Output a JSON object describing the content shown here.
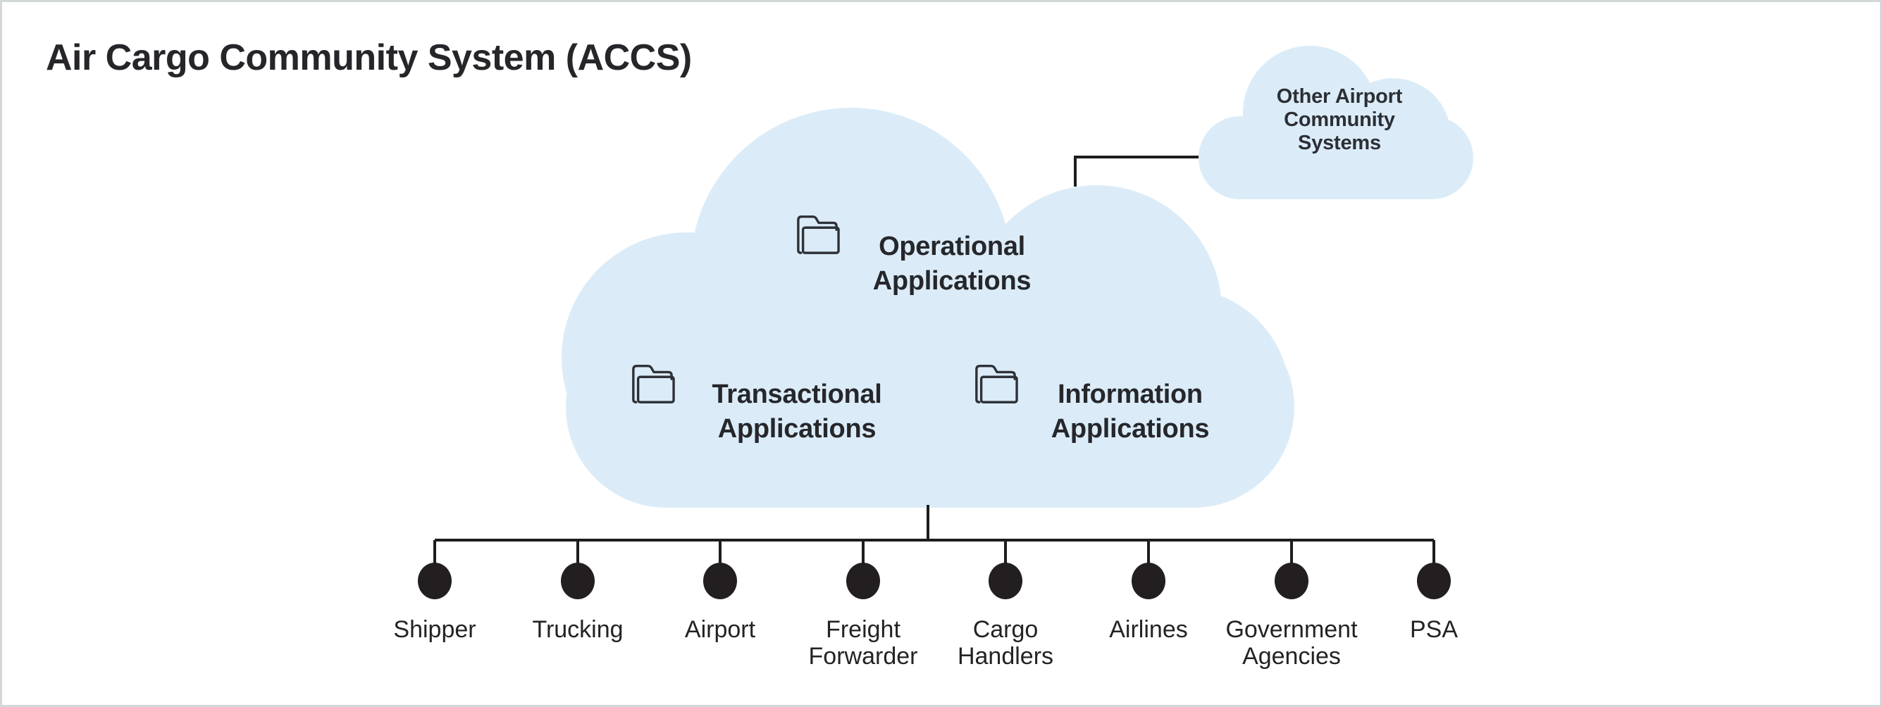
{
  "page": {
    "title": "Air Cargo Community System (ACCS)"
  },
  "colors": {
    "background": "#ffffff",
    "page_border": "#d3d7d7",
    "cloud_fill": "#dbecf8",
    "line": "#1d1d1b",
    "node_fill": "#231f20",
    "text": "#26272b"
  },
  "accs_cloud": {
    "applications": [
      {
        "id": "operational",
        "icon": "folder-icon",
        "label_lines": [
          "Operational",
          "Applications"
        ]
      },
      {
        "id": "transactional",
        "icon": "folder-icon",
        "label_lines": [
          "Transactional",
          "Applications"
        ]
      },
      {
        "id": "information",
        "icon": "folder-icon",
        "label_lines": [
          "Information",
          "Applications"
        ]
      }
    ]
  },
  "external_cloud": {
    "label_lines": [
      "Other Airport",
      "Community",
      "Systems"
    ]
  },
  "stakeholders": [
    {
      "label_lines": [
        "Shipper"
      ]
    },
    {
      "label_lines": [
        "Trucking"
      ]
    },
    {
      "label_lines": [
        "Airport"
      ]
    },
    {
      "label_lines": [
        "Freight",
        "Forwarder"
      ]
    },
    {
      "label_lines": [
        "Cargo",
        "Handlers"
      ]
    },
    {
      "label_lines": [
        "Airlines"
      ]
    },
    {
      "label_lines": [
        "Government",
        "Agencies"
      ]
    },
    {
      "label_lines": [
        "PSA"
      ]
    }
  ]
}
